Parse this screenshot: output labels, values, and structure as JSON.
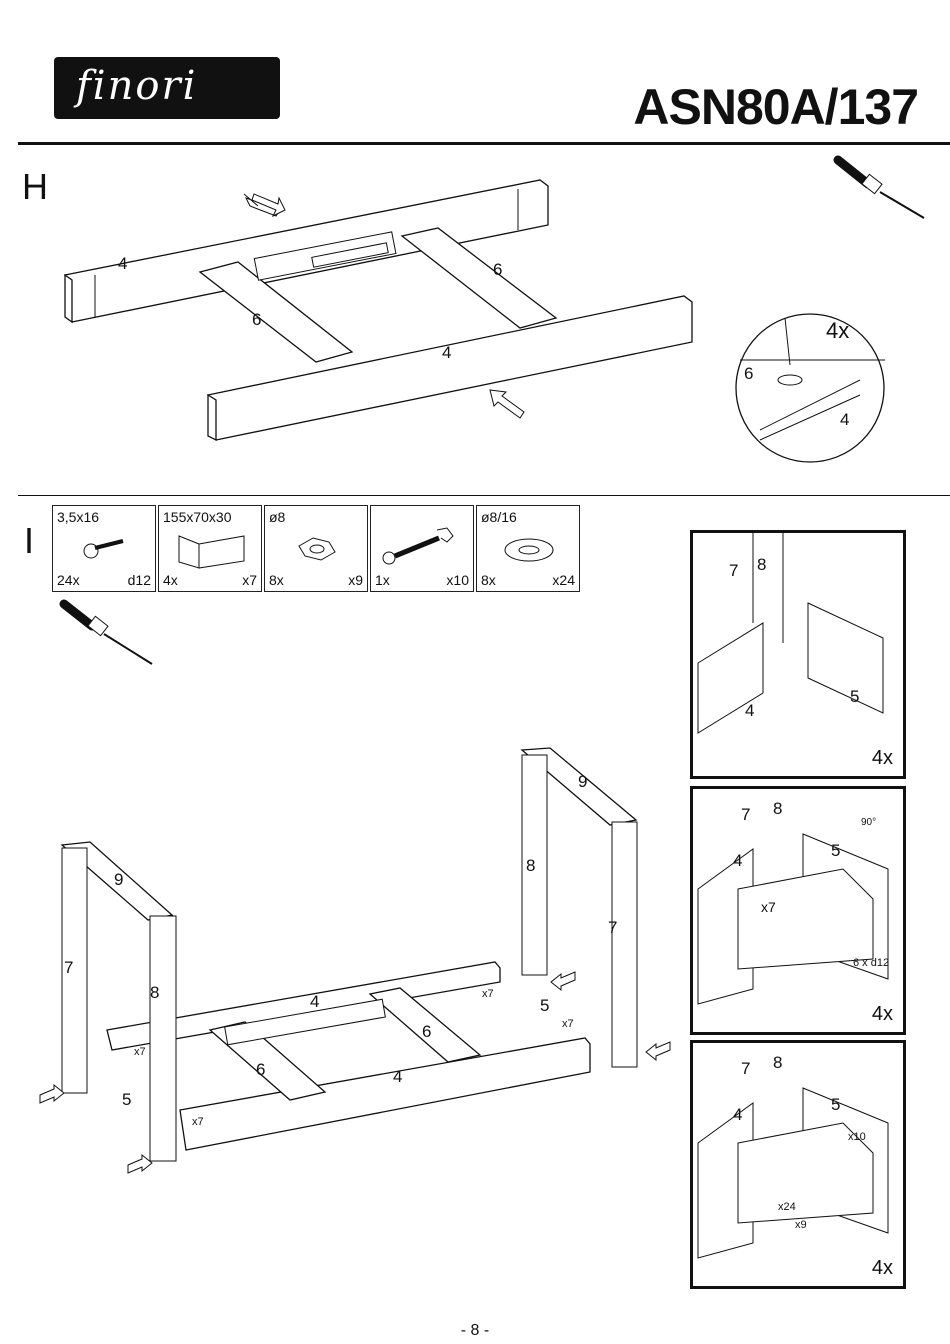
{
  "header": {
    "logo_text": "finori",
    "model": "ASN80A/137"
  },
  "steps": {
    "h": "H",
    "i": "I"
  },
  "step_h": {
    "labels": {
      "rail_top": "4",
      "rail_bottom": "4",
      "slat_left": "6",
      "slat_right": "6"
    },
    "detail": {
      "count": "4x",
      "slat": "6",
      "rail": "4"
    }
  },
  "parts": [
    {
      "size": "3,5x16",
      "qty": "24x",
      "ref": "d12",
      "icon": "screw-icon"
    },
    {
      "size": "155x70x30",
      "qty": "4x",
      "ref": "x7",
      "icon": "corner-bracket-icon"
    },
    {
      "size": "ø8",
      "qty": "8x",
      "ref": "x9",
      "icon": "nut-icon"
    },
    {
      "size": "",
      "qty": "1x",
      "ref": "x10",
      "icon": "wrench-icon"
    },
    {
      "size": "ø8/16",
      "qty": "8x",
      "ref": "x24",
      "icon": "washer-icon"
    }
  ],
  "step_i": {
    "labels": {
      "crossbar_left": "9",
      "crossbar_right": "9",
      "leg_front_left": "8",
      "leg_back_left": "7",
      "leg_front_right": "8",
      "leg_back_right": "7",
      "rail_back": "4",
      "rail_front": "4",
      "slat_back": "6",
      "slat_front": "6",
      "end_left": "5",
      "end_right": "5",
      "x7_a": "x7",
      "x7_b": "x7",
      "x7_c": "x7",
      "x7_d": "x7"
    }
  },
  "panels": [
    {
      "labels": [
        "7",
        "8",
        "4",
        "5"
      ],
      "count": "4x"
    },
    {
      "labels": [
        "7",
        "8",
        "4",
        "5"
      ],
      "count": "4x",
      "angle": "90°",
      "x7": "x7",
      "screws": "6 x d12"
    },
    {
      "labels": [
        "7",
        "8",
        "4",
        "5"
      ],
      "count": "4x",
      "x10": "x10",
      "x24": "x24",
      "x9": "x9"
    }
  ],
  "footer": {
    "page": "- 8 -"
  }
}
